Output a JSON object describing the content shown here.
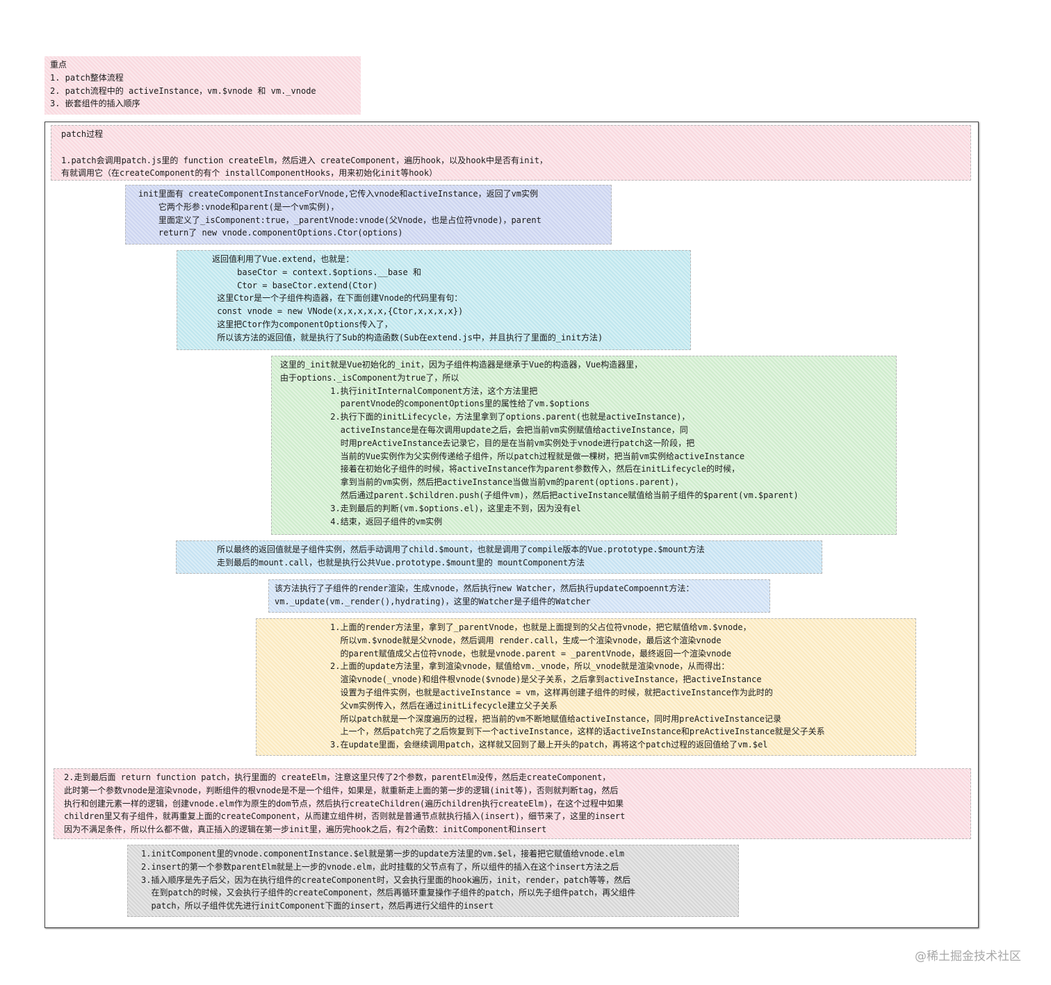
{
  "key_points": {
    "title": "重点",
    "items": [
      "1. patch整体流程",
      "2. patch流程中的 activeInstance，vm.$vnode 和 vm._vnode",
      "3. 嵌套组件的插入顺序"
    ]
  },
  "patch_process": {
    "title": "patch过程",
    "step1": [
      "1.patch会调用patch.js里的 function createElm，然后进入 createComponent，遍历hook，以及hook中是否有init，",
      "有就调用它（在createComponent的有个 installComponentHooks，用来初始化init等hook）"
    ]
  },
  "init_block": {
    "lines": [
      "init里面有 createComponentInstanceForVnode,它传入vnode和activeInstance，返回了vm实例",
      "    它两个形参:vnode和parent(是一个vm实例)，",
      "    里面定义了_isComponent:true，_parentVnode:vnode(父Vnode，也是占位符vnode)，parent",
      "    return了 new vnode.componentOptions.Ctor(options)"
    ]
  },
  "extend_block": {
    "lines": [
      "返回值利用了Vue.extend，也就是：",
      "     baseCtor = context.$options.__base 和",
      "     Ctor = baseCtor.extend(Ctor)",
      " 这里Ctor是一个子组件构造器，在下面创建Vnode的代码里有句：",
      " const vnode = new VNode(x,x,x,x,x,{Ctor,x,x,x,x})",
      " 这里把Ctor作为componentOptions传入了，",
      " 所以该方法的返回值，就是执行了Sub的构造函数(Sub在extend.js中，并且执行了里面的_init方法)"
    ]
  },
  "init_detail_block": {
    "lines": [
      "这里的_init就是Vue初始化的_init，因为子组件构造器是继承于Vue的构造器，Vue构造器里，",
      "由于options._isComponent为true了，所以",
      "          1.执行initInternalComponent方法，这个方法里把",
      "            parentVnode的componentOptions里的属性给了vm.$options",
      "          2.执行下面的initLifecycle，方法里拿到了options.parent(也就是activeInstance)，",
      "            activeInstance是在每次调用update之后，会把当前vm实例赋值给activeInstance，同",
      "            时用preActiveInstance去记录它，目的是在当前vm实例处于vnode进行patch这一阶段，把",
      "            当前的Vue实例作为父实例传递给子组件，所以patch过程就是做一棵树，把当前vm实例给activeInstance",
      "            接着在初始化子组件的时候，将activeInstance作为parent参数传入，然后在initLifecycle的时候，",
      "            拿到当前的vm实例，然后把activeInstance当做当前vm的parent(options.parent)，",
      "            然后通过parent.$children.push(子组件vm)，然后把activeInstance赋值给当前子组件的$parent(vm.$parent)",
      "          3.走到最后的判断(vm.$options.el)，这里走不到，因为没有el",
      "          4.结束，返回子组件的vm实例"
    ]
  },
  "mount_block": {
    "lines": [
      "所以最终的返回值就是子组件实例，然后手动调用了child.$mount，也就是调用了compile版本的Vue.prototype.$mount方法",
      "走到最后的mount.call，也就是执行公共Vue.prototype.$mount里的 mountComponent方法"
    ]
  },
  "watcher_block": {
    "lines": [
      "该方法执行了子组件的render渲染，生成vnode，然后执行new Watcher，然后执行updateCompoennt方法：",
      "vm._update(vm._render(),hydrating)，这里的Watcher是子组件的Watcher"
    ]
  },
  "render_update_block": {
    "lines": [
      "1.上面的render方法里，拿到了_parentVnode，也就是上面提到的父占位符vnode，把它赋值给vm.$vnode，",
      "  所以vm.$vnode就是父vnode，然后调用 render.call，生成一个渲染vnode，最后这个渲染vnode",
      "  的parent赋值成父占位符vnode，也就是vnode.parent = _parentVnode，最终返回一个渲染vnode",
      "2.上面的update方法里，拿到渲染vnode，赋值给vm._vnode，所以_vnode就是渲染vnode，从而得出：",
      "  渲染vnode(_vnode)和组件根vnode($vnode)是父子关系，之后拿到activeInstance，把activeInstance",
      "  设置为子组件实例，也就是activeInstance = vm，这样再创建子组件的时候，就把activeInstance作为此时的",
      "  父vm实例传入，然后在通过initLifecycle建立父子关系",
      "  所以patch就是一个深度遍历的过程，把当前的vm不断地赋值给activeInstance，同时用preActiveInstance记录",
      "  上一个，然后patch完了之后恢复到下一个activeInstance，这样的话activeInstance和preActiveInstance就是父子关系",
      "3.在update里面，会继续调用patch，这样就又回到了最上开头的patch，再将这个patch过程的返回值给了vm.$el"
    ]
  },
  "step2_block": {
    "lines": [
      "2.走到最后面 return function patch，执行里面的 createElm，注意这里只传了2个参数，parentElm没传，然后走createComponent，",
      "此时第一个参数vnode是渲染vnode，判断组件的根vnode是不是一个组件，如果是，就重新走上面的第一步的逻辑(init等)，否则就判断tag，然后",
      "执行和创建元素一样的逻辑，创建vnode.elm作为原生的dom节点，然后执行createChildren(遍历children执行createElm)，在这个过程中如果",
      "children里又有子组件，就再重复上面的createComponent，从而建立组件树，否则就是普通节点就执行插入(insert)，细节来了，这里的insert",
      "因为不满足条件，所以什么都不做，真正插入的逻辑在第一步init里，遍历完hook之后，有2个函数：initComponent和insert"
    ]
  },
  "insert_block": {
    "lines": [
      "1.initComponent里的vnode.componentInstance.$el就是第一步的update方法里的vm.$el，接着把它赋值给vnode.elm",
      "2.insert的第一个参数parentElm就是上一步的vnode.elm，此时挂载的父节点有了，所以组件的插入在这个insert方法之后",
      "3.插入顺序是先子后父，因为在执行组件的createComponent时，又会执行里面的hook遍历，init，render，patch等等，然后",
      "  在到patch的时候，又会执行子组件的createComponent，然后再循环重复操作子组件的patch，所以先子组件patch，再父组件",
      "  patch，所以子组件优先进行initComponent下面的insert，然后再进行父组件的insert"
    ]
  },
  "watermark": "@稀土掘金技术社区",
  "colors": {
    "pink": "#fbe3e8",
    "blue": "#d8def4",
    "cyan": "#cdebf1",
    "green": "#daf1d8",
    "sky": "#d3e8f5",
    "yellow": "#fcefcd",
    "grey": "#dfdfdf"
  }
}
